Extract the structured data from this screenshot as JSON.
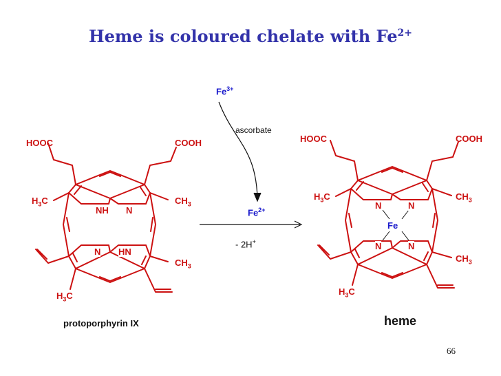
{
  "title": {
    "main": "Heme is coloured chelate with Fe",
    "superscript": "2+"
  },
  "left_molecule": {
    "hooc": "HOOC",
    "cooh": "COOH",
    "h3c_top": {
      "base": "H",
      "sub": "3",
      "tail": "C"
    },
    "ch3_top": {
      "base": "CH",
      "sub": "3"
    },
    "ch3_bottom": {
      "base": "CH",
      "sub": "3"
    },
    "h3c_bottom": {
      "base": "H",
      "sub": "3",
      "tail": "C"
    },
    "n_top_left": "NH",
    "n_top_right": "N",
    "n_bottom_left": "N",
    "n_bottom_right": "HN",
    "caption": "protoporphyrin  IX"
  },
  "reaction": {
    "fe3": {
      "base": "Fe",
      "sup": "3+"
    },
    "ascorbate": "ascorbate",
    "fe2": {
      "base": "Fe",
      "sup": "2+"
    },
    "minus_h": {
      "base": "- 2H",
      "sup": "+"
    }
  },
  "right_molecule": {
    "hooc": "HOOC",
    "cooh": "COOH",
    "h3c_top": {
      "base": "H",
      "sub": "3",
      "tail": "C"
    },
    "ch3_top": {
      "base": "CH",
      "sub": "3"
    },
    "ch3_bottom": {
      "base": "CH",
      "sub": "3"
    },
    "h3c_bottom": {
      "base": "H",
      "sub": "3",
      "tail": "C"
    },
    "n_labels": [
      "N",
      "N",
      "N",
      "N"
    ],
    "fe": "Fe",
    "caption": "heme"
  },
  "page_number": "66",
  "colors": {
    "title": "#3333aa",
    "structure": "#cc1111",
    "metal": "#1a1acc",
    "text": "#111111"
  }
}
